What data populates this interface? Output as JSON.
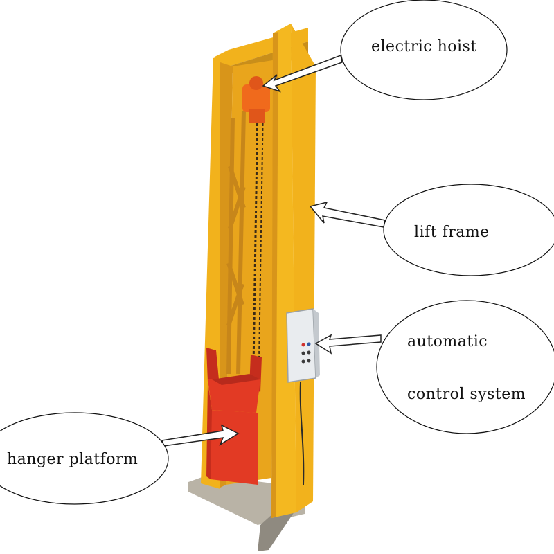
{
  "callouts": {
    "electric_hoist": "electric hoist",
    "lift_frame": "lift frame",
    "automatic_control_line1": "automatic",
    "automatic_control_line2": "control system",
    "hanger_platform": "hanger platform"
  },
  "colors": {
    "frame_yellow": "#f2b21c",
    "frame_shadow": "#d8951a",
    "hoist_orange": "#f06a1c",
    "platform_red": "#e23a24",
    "control_box_grey": "#e9ecef",
    "base_grey": "#b9b3a6",
    "chain": "#3a2a18"
  }
}
